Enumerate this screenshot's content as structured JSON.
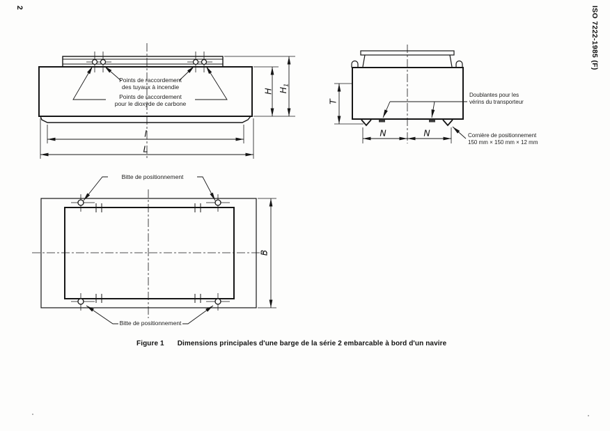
{
  "page": {
    "number": "2",
    "standard_ref": "ISO 7222-1985 (F)"
  },
  "side_view": {
    "label_fire_connections": "Points de raccordement\ndes tuyaux à incendie",
    "label_co2_connections": "Points de raccordement\npour le dioxyde de carbone",
    "dim_hull_height": "H",
    "dim_overall_height_base": "H",
    "dim_overall_height_sub": "1",
    "dim_bottom_length": "l",
    "dim_overall_length": "L"
  },
  "end_view": {
    "label_doubler_plates": "Doublantes pour les\nvérins du transporteur",
    "label_positioning_angle": "Cornière de positionnement\n150 mm × 150 mm × 12 mm",
    "dim_draught": "T",
    "dim_n_left": "N",
    "dim_n_right": "N"
  },
  "plan_view": {
    "label_bitt_top": "Bitte de positionnement",
    "label_bitt_bottom": "Bitte de positionnement",
    "dim_breadth": "B"
  },
  "caption": {
    "figure_label": "Figure 1",
    "figure_title": "Dimensions principales d'une barge de la série 2 embarcable à bord d'un navire"
  }
}
